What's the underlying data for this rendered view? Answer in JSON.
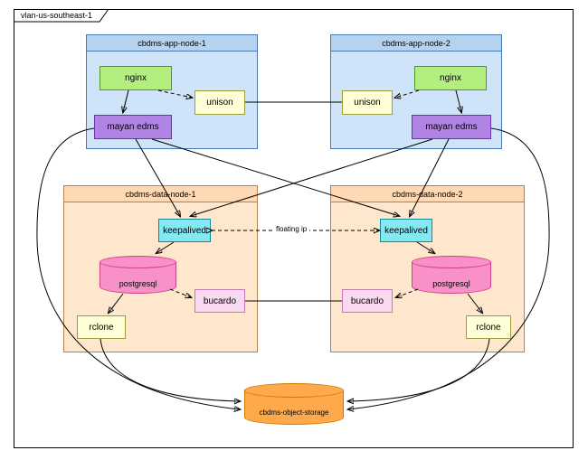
{
  "frame": {
    "label": "vlan-us-southeast-1"
  },
  "app_nodes": [
    {
      "title": "cbdms-app-node-1",
      "nginx_label": "nginx",
      "unison_label": "unison",
      "mayan_label": "mayan edms"
    },
    {
      "title": "cbdms-app-node-2",
      "nginx_label": "nginx",
      "unison_label": "unison",
      "mayan_label": "mayan edms"
    }
  ],
  "data_nodes": [
    {
      "title": "cbdms-data-node-1",
      "keepalived_label": "keepalived",
      "postgresql_label": "postgresql",
      "bucardo_label": "bucardo",
      "rclone_label": "rclone"
    },
    {
      "title": "cbdms-data-node-2",
      "keepalived_label": "keepalived",
      "postgresql_label": "postgresql",
      "bucardo_label": "bucardo",
      "rclone_label": "rclone"
    }
  ],
  "storage": {
    "label": "cbdms-object-storage"
  },
  "connections": {
    "floating_ip_label": "floating ip"
  },
  "colors": {
    "app_node_fill": "#cfe3f9",
    "app_node_header": "#b5d2ef",
    "app_node_stroke": "#4a78b0",
    "data_node_fill": "#ffe7ce",
    "data_node_header": "#ffd8b4",
    "data_node_stroke": "#b3834d",
    "nginx_fill": "#b2ef7f",
    "nginx_stroke": "#4e9a27",
    "unison_fill": "#feffd6",
    "unison_stroke": "#9c9c3c",
    "mayan_fill": "#b183e4",
    "mayan_stroke": "#6f2fae",
    "keepalived_fill": "#84e9f2",
    "keepalived_stroke": "#128a96",
    "bucardo_fill": "#f8d9f0",
    "bucardo_stroke": "#c678b4",
    "postgresql_fill": "#f791c7",
    "postgresql_stroke": "#d23f86",
    "rclone_fill": "#feffd6",
    "rclone_stroke": "#9c9c3c",
    "storage_fill": "#ffa94d",
    "storage_stroke": "#cc7a00",
    "edge_color": "#000000"
  }
}
